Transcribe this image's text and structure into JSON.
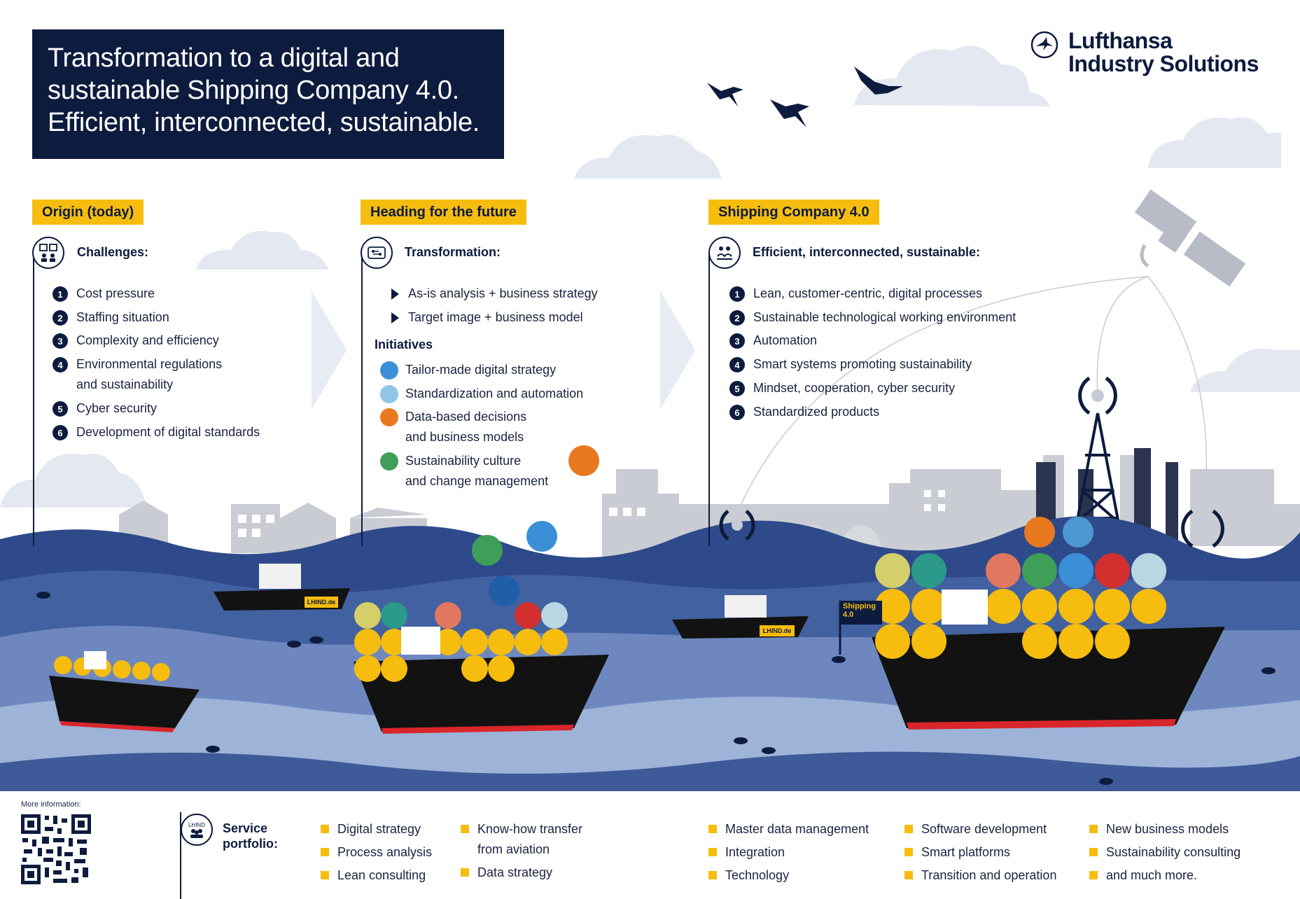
{
  "title": {
    "line1": "Transformation to a digital and",
    "line2": "sustainable Shipping Company 4.0.",
    "line3": "Efficient, interconnected, sustainable."
  },
  "logo": {
    "line1": "Lufthansa",
    "line2": "Industry Solutions"
  },
  "origin": {
    "tag": "Origin (today)",
    "heading": "Challenges:",
    "items": [
      "Cost pressure",
      "Staffing situation",
      "Complexity and efficiency",
      "Environmental regulations",
      "and sustainability",
      "Cyber security",
      "Development of digital standards"
    ],
    "numbers": [
      "1",
      "2",
      "3",
      "4",
      "5",
      "6"
    ]
  },
  "future": {
    "tag": "Heading for the future",
    "heading": "Transformation:",
    "steps": [
      "As-is analysis + business strategy",
      "Target image + business model"
    ],
    "initiatives_title": "Initiatives",
    "initiatives": [
      "Tailor-made digital strategy",
      "Standardization and automation",
      "Data-based decisions",
      "and business models",
      "Sustainability culture",
      "and change management"
    ]
  },
  "company": {
    "tag": "Shipping Company 4.0",
    "heading": "Efficient, interconnected, sustainable:",
    "items": [
      "Lean, customer-centric, digital processes",
      "Sustainable technological working environment",
      "Automation",
      "Smart systems promoting sustainability",
      "Mindset, cooperation, cyber security",
      "Standardized products"
    ],
    "numbers": [
      "1",
      "2",
      "3",
      "4",
      "5",
      "6"
    ]
  },
  "scene": {
    "tug_label": "LHIND.de",
    "flag_line1": "Shipping",
    "flag_line2": "4.0"
  },
  "footer": {
    "more_info": "More information:",
    "lhind_icon_label": "LHIND",
    "portfolio_line1": "Service",
    "portfolio_line2": "portfolio:",
    "col1": [
      "Digital strategy",
      "Process analysis",
      "Lean consulting"
    ],
    "col2": [
      "Know-how transfer",
      "from aviation",
      "Data strategy"
    ],
    "col3": [
      "Master data management",
      "Integration",
      "Technology"
    ],
    "col4": [
      "Software development",
      "Smart platforms",
      "Transition and operation"
    ],
    "col5": [
      "New business models",
      "Sustainability consulting",
      "and much more."
    ]
  },
  "colors": {
    "navy": "#0d1b3e",
    "yellow": "#f6bd0f",
    "sea_dark": "#2e4a8a",
    "sea_mid": "#5a76b0",
    "sea_light": "#9db3d8"
  }
}
